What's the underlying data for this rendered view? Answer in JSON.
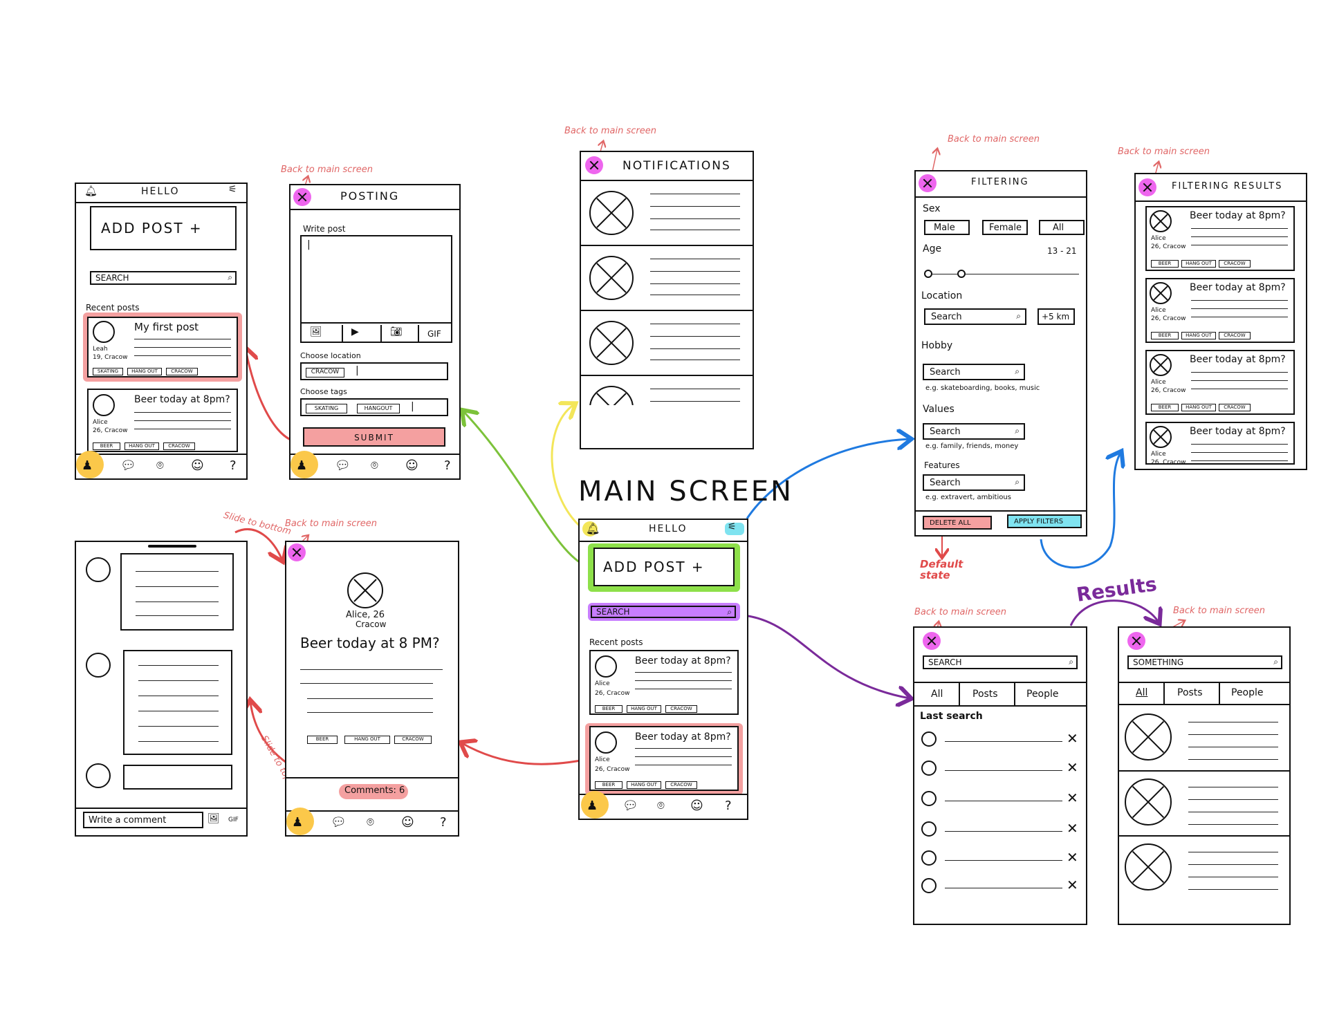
{
  "main": {
    "title": "MAIN SCREEN",
    "header": "HELLO",
    "add_post": "ADD POST +",
    "search": "SEARCH",
    "recent_posts": "Recent posts",
    "post1": {
      "text": "Beer today at 8pm?",
      "author": "Alice",
      "meta": "26, Cracow",
      "tags": [
        "BEER",
        "HANG OUT",
        "CRACOW"
      ]
    },
    "post2": {
      "text": "Beer today at 8pm?",
      "author": "Alice",
      "meta": "26, Cracow",
      "tags": [
        "BEER",
        "HANG OUT",
        "CRACOW"
      ]
    }
  },
  "home": {
    "header": "HELLO",
    "add_post": "ADD POST +",
    "search": "SEARCH",
    "recent_posts": "Recent posts",
    "post1": {
      "text": "My first post",
      "author": "Leah",
      "meta": "19, Cracow",
      "tags": [
        "SKATING",
        "HANG OUT",
        "CRACOW"
      ]
    },
    "post2": {
      "text": "Beer today at 8pm?",
      "author": "Alice",
      "meta": "26, Cracow",
      "tags": [
        "BEER",
        "HANG OUT",
        "CRACOW"
      ]
    }
  },
  "posting": {
    "back": "Back to main screen",
    "title": "POSTING",
    "write": "Write post",
    "gif": "GIF",
    "location_label": "Choose location",
    "location_tag": "CRACOW",
    "tags_label": "Choose tags",
    "tags": [
      "SKATING",
      "HANGOUT"
    ],
    "submit": "SUBMIT"
  },
  "notifications": {
    "back": "Back to main screen",
    "title": "NOTIFICATIONS"
  },
  "post_detail": {
    "back": "Back to main screen",
    "slide_bottom": "Slide to bottom",
    "slide_top": "Slide to top",
    "author": "Alice, 26",
    "city": "Cracow",
    "text": "Beer today at 8 PM?",
    "tags": [
      "BEER",
      "HANG OUT",
      "CRACOW"
    ],
    "comments": "Comments: 6"
  },
  "comments": {
    "write": "Write a comment",
    "gif": "GIF"
  },
  "filtering": {
    "back": "Back to main screen",
    "title": "FILTERING",
    "sex": "Sex",
    "sex_options": [
      "Male",
      "Female",
      "All"
    ],
    "age": "Age",
    "age_range": "13 - 21",
    "location": "Location",
    "search": "Search",
    "radius": "+5 km",
    "hobby": "Hobby",
    "hobby_eg": "e.g. skateboarding, books, music",
    "values": "Values",
    "values_eg": "e.g. family, friends, money",
    "features": "Features",
    "features_eg": "e.g. extravert, ambitious",
    "delete": "DELETE ALL",
    "apply": "APPLY FILTERS",
    "default_state": "Default state"
  },
  "filter_results": {
    "back": "Back to main screen",
    "title": "FILTERING RESULTS",
    "post_text": "Beer today at 8pm?",
    "author": "Alice",
    "meta": "26, Cracow",
    "tags": [
      "BEER",
      "HANG OUT",
      "CRACOW"
    ]
  },
  "search_screen": {
    "back": "Back to main screen",
    "search": "SEARCH",
    "tabs": [
      "All",
      "Posts",
      "People"
    ],
    "last_search": "Last search"
  },
  "results_label": "Results",
  "search_results": {
    "back": "Back to main screen",
    "query": "SOMETHING",
    "tabs": [
      "All",
      "Posts",
      "People"
    ]
  },
  "colors": {
    "green": "#8ee04a",
    "purple": "#c77dff",
    "pink": "#f4a0a0",
    "cyan": "#7fe3f0",
    "magenta": "#ee66ee",
    "yellow": "#fbc84a",
    "red_arrow": "#e04a4a",
    "blue_arrow": "#1f7ae0"
  }
}
